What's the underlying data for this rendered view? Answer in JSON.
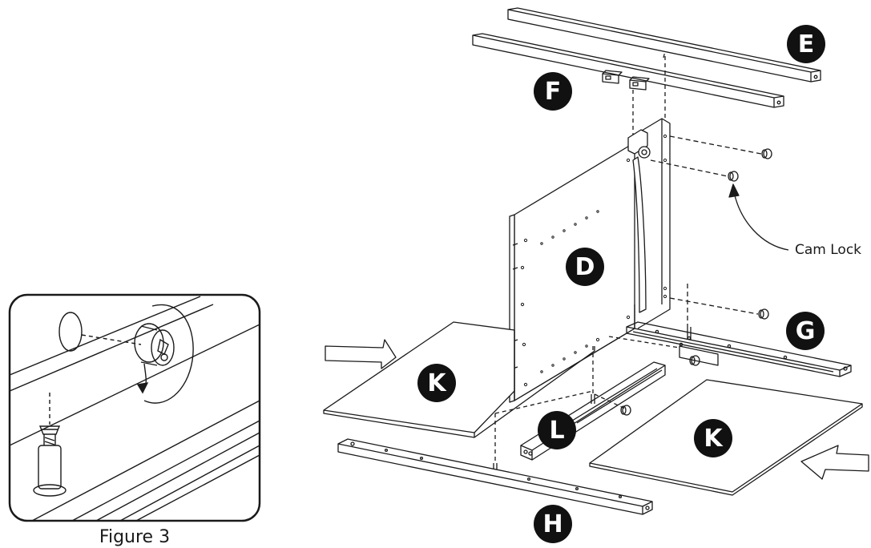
{
  "parts": {
    "e": "E",
    "f": "F",
    "d": "D",
    "g": "G",
    "k_left": "K",
    "k_right": "K",
    "l": "L",
    "h": "H"
  },
  "callouts": {
    "cam_lock": "Cam Lock"
  },
  "figure": {
    "caption": "Figure 3"
  },
  "colors": {
    "line": "#1a1a1a",
    "badge": "#111111",
    "badge_text": "#ffffff",
    "background": "#ffffff"
  }
}
